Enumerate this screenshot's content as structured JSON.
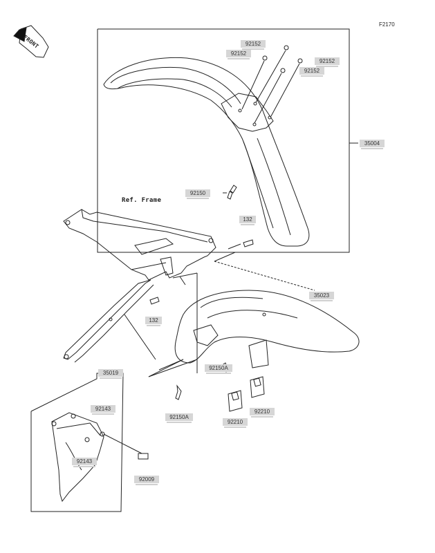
{
  "figure_code": "F2170",
  "direction_label": "FRONT",
  "reference_label": "Ref. Frame",
  "parts": {
    "front_fender": "35004",
    "rear_fender": "35023",
    "mud_flap": "35019",
    "bolt_front_fender": "92150",
    "bolt_rear_fender_a": "92150A",
    "bolt_rear_fender_b": "92150A",
    "bolt_frame_top": "132",
    "bolt_frame_bottom": "132",
    "washer_1": "92152",
    "washer_2": "92152",
    "washer_3": "92152",
    "washer_4": "92152",
    "nut_1": "92210",
    "nut_2": "92210",
    "collar_1": "92143",
    "collar_2": "92143",
    "screw_mud_flap": "92009"
  }
}
